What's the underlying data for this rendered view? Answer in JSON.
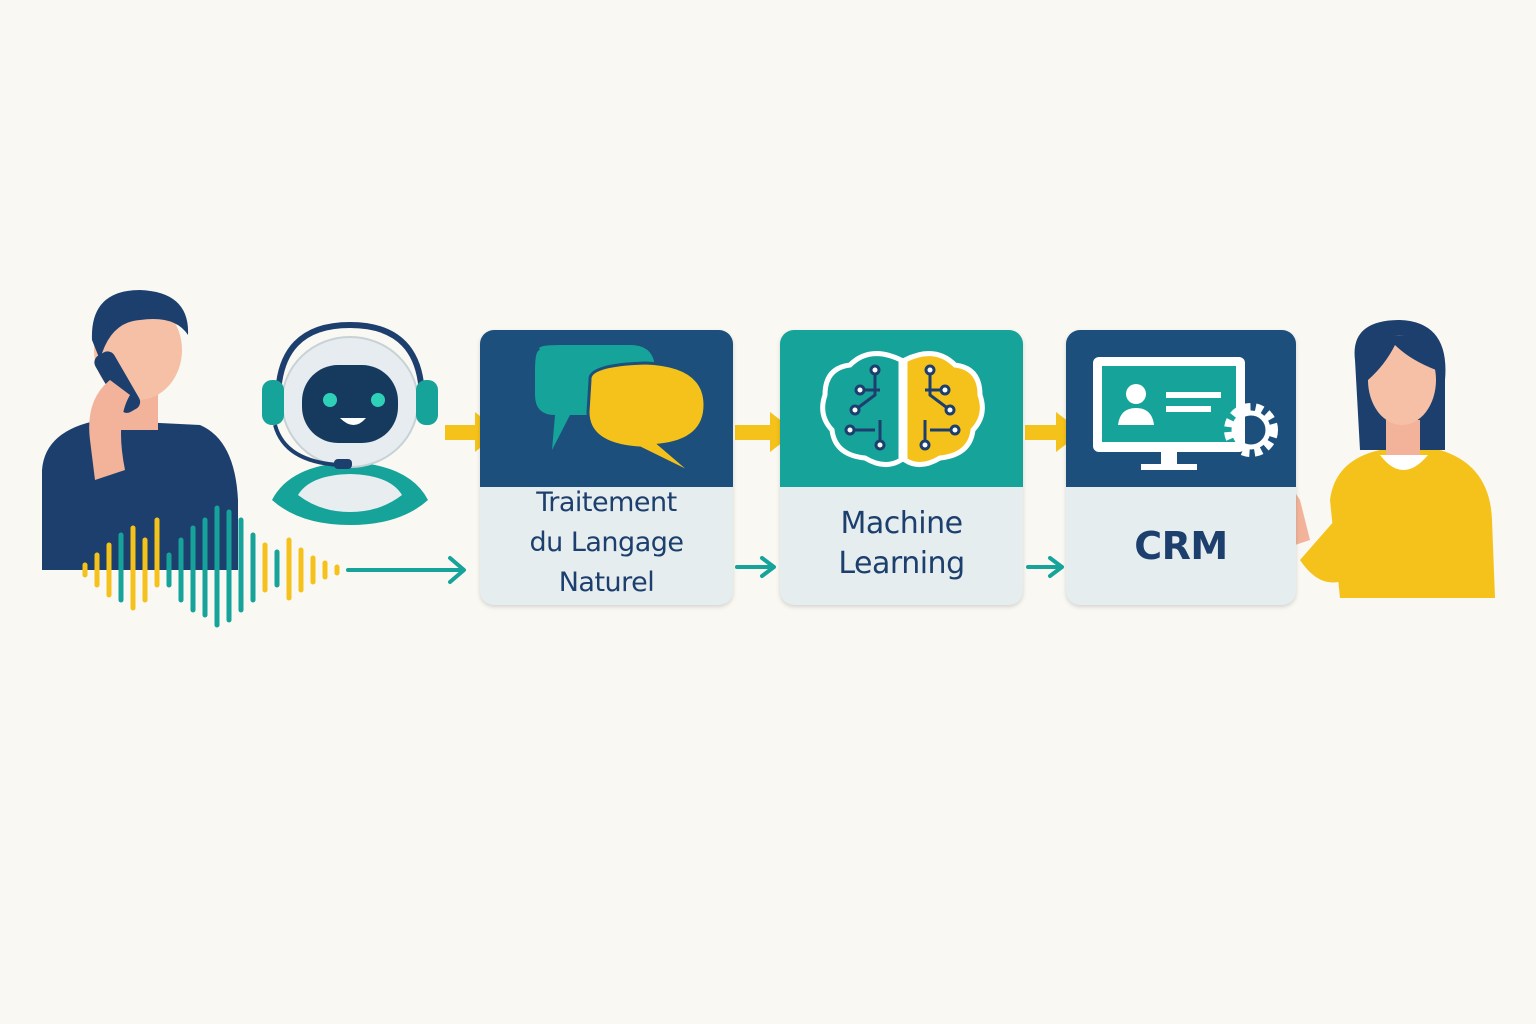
{
  "colors": {
    "navy": "#1d4f7c",
    "teal": "#16a39a",
    "yellow": "#f5c21b",
    "panel": "#e5edef",
    "background": "#f9f8f3"
  },
  "steps": [
    {
      "line1": "Traitement",
      "line2": "du Langage Naturel",
      "icon": "speech-bubbles-icon"
    },
    {
      "line1": "Machine",
      "line2": "Learning",
      "icon": "brain-circuit-icon"
    },
    {
      "line1": "CRM",
      "line2": "",
      "icon": "monitor-gear-icon"
    }
  ]
}
